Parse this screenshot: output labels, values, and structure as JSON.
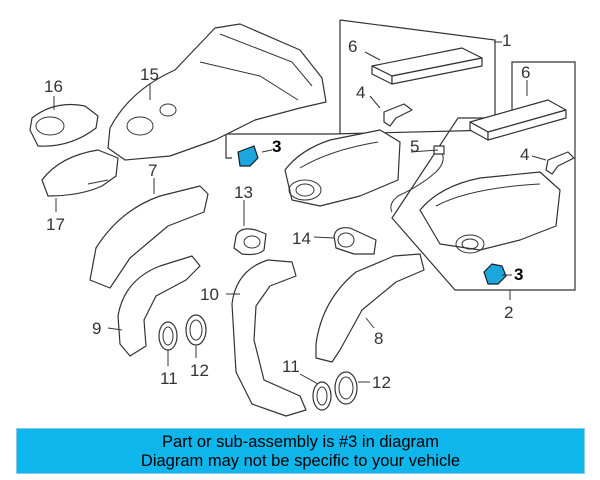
{
  "colors": {
    "highlight_part": "#1ba6dd",
    "banner_bg": "#0eb6ec",
    "line": "#333333"
  },
  "callouts": {
    "c1": "1",
    "c2": "2",
    "c3a": "3",
    "c3b": "3",
    "c4a": "4",
    "c4b": "4",
    "c5": "5",
    "c6a": "6",
    "c6b": "6",
    "c7": "7",
    "c8": "8",
    "c9": "9",
    "c10": "10",
    "c11a": "11",
    "c11b": "11",
    "c12a": "12",
    "c12b": "12",
    "c13": "13",
    "c14": "14",
    "c15": "15",
    "c16": "16",
    "c17": "17"
  },
  "banner": {
    "line1": "Part or sub-assembly is #3 in diagram",
    "line2": "Diagram may not be specific to your vehicle"
  }
}
